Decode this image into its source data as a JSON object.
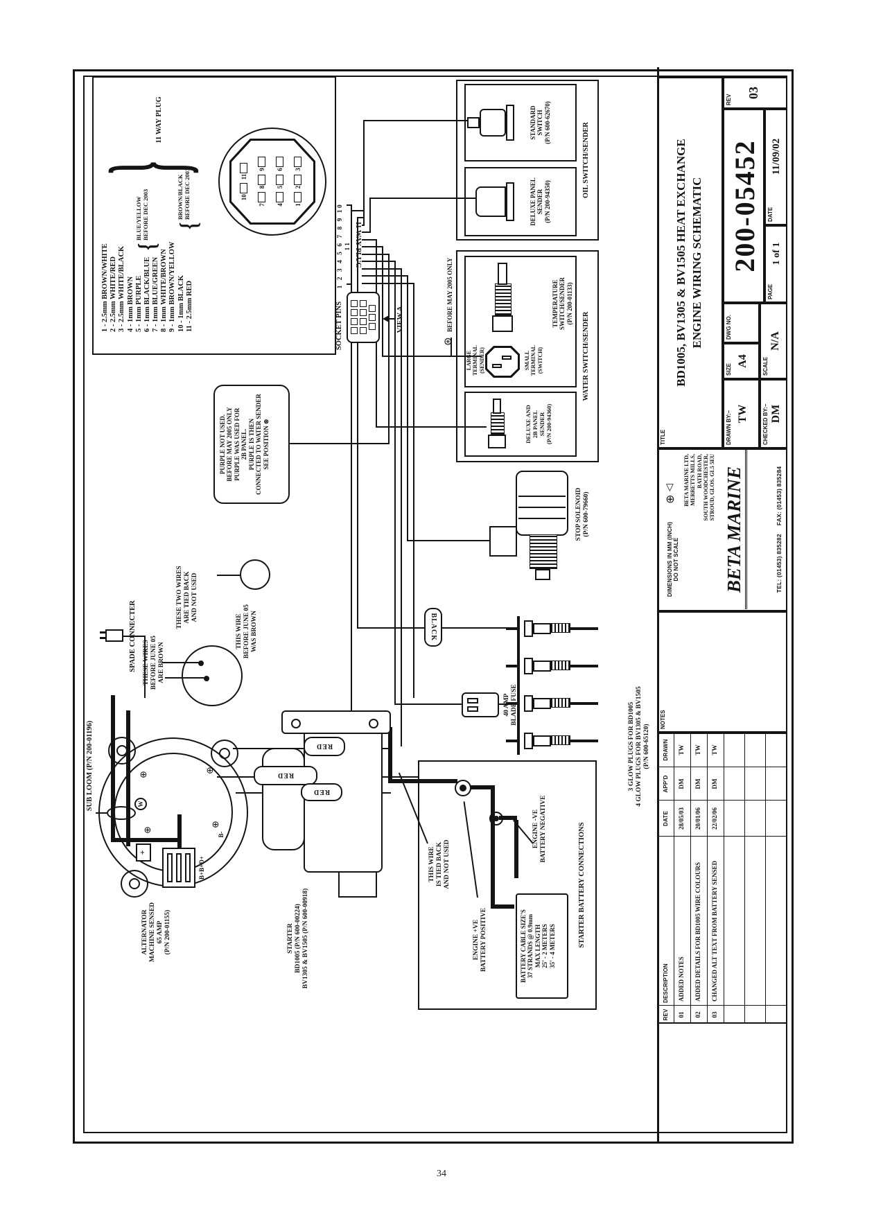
{
  "page": {
    "number": "34"
  },
  "plug_detail": {
    "wire_list": [
      "1 - 2.5mm BROWN/WHITE",
      "2 - 2.5mm WHITE/RED",
      "3 - 2.5mm WHITE/BLACK",
      "4 - 1mm BROWN",
      "5 - 1mm PURPLE",
      "6 - 1mm BLACK/BLUE",
      "7 - 1mm BLUE/GREEN",
      "8 - 1mm WHITE/BROWN",
      "9 - 1mm BROWN/YELLOW",
      "10 - 1mm BLACK",
      "11 - 2.5mm RED"
    ],
    "note_purple_alt": "BLUE/YELLOW\nBEFORE DEC 2003",
    "note_brown_alt": "BROWN/BLACK\nBEFORE DEC 2003",
    "bracket_label": "11 WAY PLUG",
    "pin_rows": [
      [
        "10",
        "11"
      ],
      [
        "7",
        "8",
        "9"
      ],
      [
        "4",
        "5",
        "6"
      ],
      [
        "1",
        "2",
        "3"
      ]
    ],
    "view_a_label": "VIEW A",
    "socket_pins_label": "SOCKET PINS",
    "bundle_numbers": "1 2 3 4 5 6 7 8 9 10 11",
    "bundle_label": "11 WAY PLUG"
  },
  "notes": {
    "purple_note": "PURPLE NOT USED.\nBEFORE MAY 2005 ONLY\nPURPLE WAS USED FOR\n2B PANEL.\nPURPLE IS THEN\nCONNECTED TO WATER SENDER\nSEE POSITION ⊛",
    "before_may_2005": "BEFORE MAY 2005 ONLY",
    "these_wires": "THESE WIRES\nBEFORE JUNE 05\nARE BROWN",
    "these_two_wires": "THESE TWO WIRES\nARE TIED BACK\nAND NOT USED",
    "this_wire_was_brown": "THIS WIRE\nBEFORE JUNE 05\nWAS BROWN",
    "this_wire_tied": "THIS WIRE\nIS TIED BACK\nAND NOT USED",
    "spade_connecter": "SPADE CONNECTER",
    "sub_loom": "SUB LOOM (P/N 200-01196)"
  },
  "components": {
    "oil_box_label": "OIL SWITCH/SENDER",
    "standard_switch": "STANDARD\nSWITCH\n(P/N 600-62670)",
    "deluxe_panel_sender": "DELUXE PANEL\nSENDER\n(P/N 200-94350)",
    "water_box_label": "WATER SWITCH/SENDER",
    "temperature_sender": "TEMPERATURE\nSWITCH/SENDER\n(P/N 200-01133)",
    "large_terminal": "LARGE\nTERMINAL\n(SENDER)",
    "small_terminal": "SMALL\nTERMINAL\n(SWITCH)",
    "deluxe_2b_sender": "DELUXE AND\n2B PANEL\nSENDER\n(P/N 200-94360)",
    "stop_solenoid": "STOP SOLENOID\n(P/N 600-79660)",
    "blade_fuse": "40 AMP\nBLADE FUSE",
    "glow_plugs": "3 GLOW PLUGS FOR BD1005\n4 GLOW PLUGS FOR BV1305 & BV1505\n(P/N 600-65120)",
    "alternator": "ALTERNATOR\nMACHINE SENSED\n65 AMP\n(P/N 200-01155)",
    "alt_plus": "+",
    "alt_w": "W",
    "alt_b": "B+B+D+",
    "alt_bminus": "B-",
    "starter": "STARTER\nBD1005 (P/N 600-00224)\nBV1305 & BV1505 (P/N 600-00918)",
    "battery_box_label": "STARTER BATTERY CONNECTIONS",
    "engine_pos": "ENGINE +VE\nBATTERY POSITIVE",
    "engine_neg": "ENGINE -VE\nBATTERY NEGATIVE",
    "battery_cable": "BATTERY CABLE SIZE'S\n37 STRANDS @ 0.9mm\nMAX LENGTH\n25' - 2 METERS\n35' - 4 METERS",
    "wire_red": "RED",
    "wire_black": "BLACK"
  },
  "title_block": {
    "title_label": "TITLE",
    "title": "BD1005, BV1305 & BV1505 HEAT EXCHANGE\nENGINE WIRING SCHEMATIC",
    "size_label": "SIZE",
    "size": "A4",
    "dwg_no_label": "DWG NO.",
    "dwg_no": "200-05452",
    "rev_label": "REV",
    "rev": "03",
    "date_label": "DATE",
    "date": "11/09/02",
    "page_label": "PAGE",
    "page": "1 of 1",
    "scale_label": "SCALE",
    "scale": "N/A",
    "drawn_label": "DRAWN BY:–",
    "drawn": "TW",
    "checked_label": "CHECKED BY:–",
    "checked": "DM",
    "dims_note": "DIMENSIONS IN MM (INCH)\nDO NOT SCALE",
    "logo": "BETA MARINE",
    "address": "BETA MARINE LTD,\nMERRETTS MILLS,\nBATH ROAD,\nSOUTH WOODCHESTER,\nSTROUD, GLOS. GL5 5EU",
    "tel": "TEL: (01453) 835282",
    "fax": "FAX: (01453) 835284"
  },
  "rev_table": {
    "headers": {
      "rev": "REV",
      "description": "DESCRIPTION",
      "date": "DATE",
      "appd": "APP'D",
      "drawn": "DRAWN",
      "notes": "NOTES"
    },
    "rows": [
      {
        "rev": "01",
        "description": "ADDED NOTES",
        "date": "28/05/03",
        "appd": "DM",
        "drawn": "TW"
      },
      {
        "rev": "02",
        "description": "ADDED DETAILS FOR BD1005 WIRE COLOURS",
        "date": "20/01/06",
        "appd": "DM",
        "drawn": "TW"
      },
      {
        "rev": "03",
        "description": "CHANGED ALT TEXT FROM BATTERY SENSED",
        "date": "22/02/06",
        "appd": "DM",
        "drawn": "TW"
      }
    ]
  }
}
